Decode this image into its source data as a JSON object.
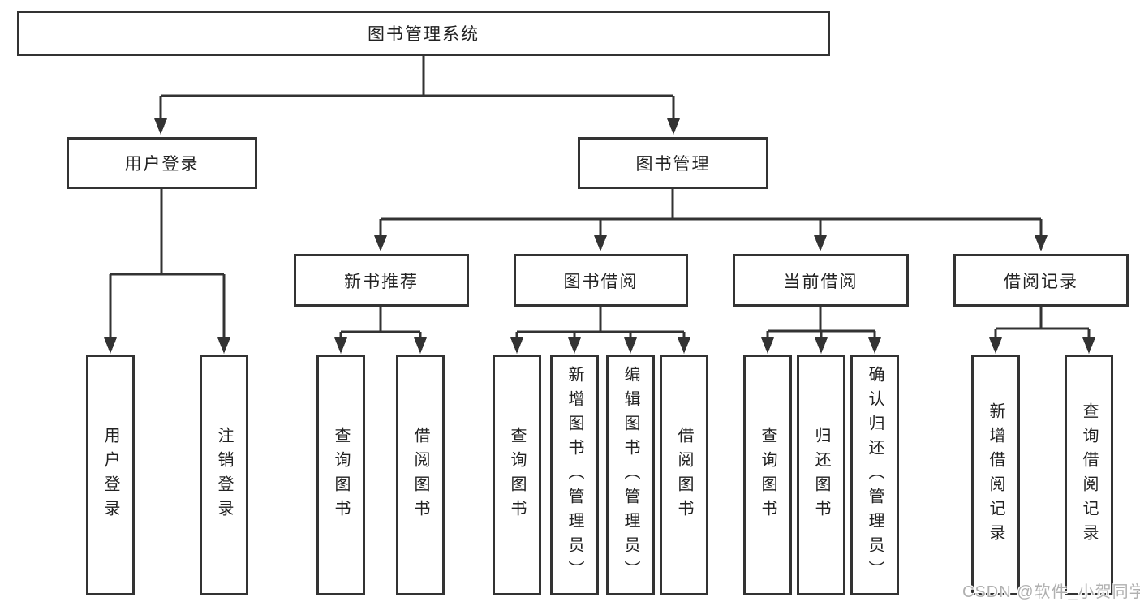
{
  "diagram_title": "图书管理系统",
  "tree": {
    "label": "图书管理系统",
    "children": [
      {
        "label": "用户登录",
        "children": [
          {
            "label": "用户登录"
          },
          {
            "label": "注销登录"
          }
        ]
      },
      {
        "label": "图书管理",
        "children": [
          {
            "label": "新书推荐",
            "children": [
              {
                "label": "查询图书"
              },
              {
                "label": "借阅图书"
              }
            ]
          },
          {
            "label": "图书借阅",
            "children": [
              {
                "label": "查询图书"
              },
              {
                "label": "新增图书（管理员）"
              },
              {
                "label": "编辑图书（管理员）"
              },
              {
                "label": "借阅图书"
              }
            ]
          },
          {
            "label": "当前借阅",
            "children": [
              {
                "label": "查询图书"
              },
              {
                "label": "归还图书"
              },
              {
                "label": "确认归还（管理员）"
              }
            ]
          },
          {
            "label": "借阅记录",
            "children": [
              {
                "label": "新增借阅记录"
              },
              {
                "label": "查询借阅记录"
              }
            ]
          }
        ]
      }
    ]
  },
  "watermark": {
    "text": "CSDN @软件_小贺同学"
  },
  "colors": {
    "line": "#333333",
    "box_border": "#333333",
    "text": "#222222",
    "background": "#ffffff",
    "watermark": "#b0b0b0"
  }
}
